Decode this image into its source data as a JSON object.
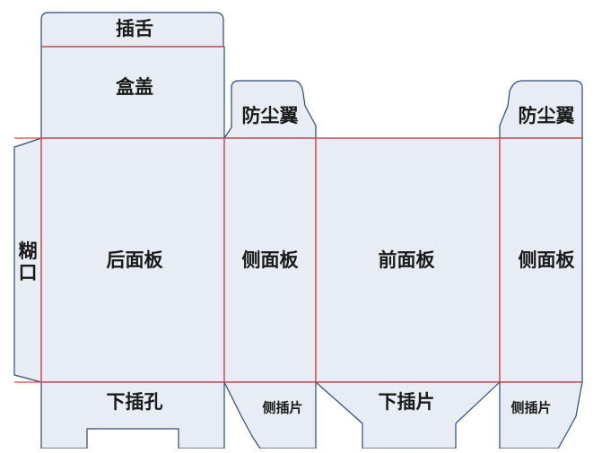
{
  "colors": {
    "panel_fill": "#e8edf3",
    "cut_line": "#2b4a78",
    "fold_line": "#e0424a",
    "text": "#1a1a1a"
  },
  "labels": {
    "tuck_tab": "插舌",
    "lid": "盒盖",
    "dust_flap_left": "防尘翼",
    "dust_flap_right": "防尘翼",
    "glue_flap": "糊口",
    "back_panel": "后面板",
    "side_panel_left": "侧面板",
    "front_panel": "前面板",
    "side_panel_right": "侧面板",
    "bottom_slot": "下插孔",
    "side_tab_left": "侧插片",
    "bottom_tab": "下插片",
    "side_tab_right": "侧插片"
  }
}
